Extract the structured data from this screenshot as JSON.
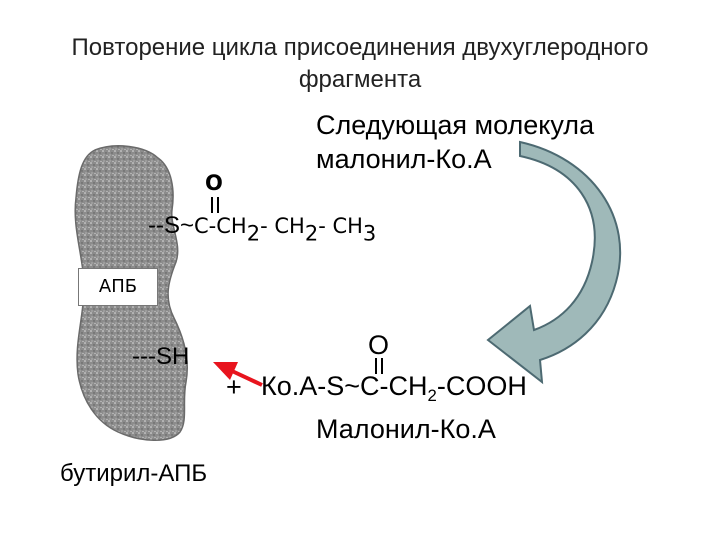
{
  "title": {
    "line1": "Повторение цикла присоединения двухуглеродного",
    "line2": "фрагмента"
  },
  "next_molecule": {
    "line1": "Следующая молекула",
    "line2": "малонил-Ко.А"
  },
  "bound_chain": {
    "oxygen": "O",
    "thioester": "--S~",
    "c1": "C-CH",
    "c2": "- CH",
    "c3": "- CH",
    "sub": "2",
    "sub3": "3"
  },
  "protein_label": "АПБ",
  "free_thiol": "---SH",
  "malonyl": {
    "oxygen": "O",
    "plus": "+",
    "formula_start": "Ко.А-S~C-CH",
    "formula_sub": "2",
    "formula_end": "-COOH",
    "name": "Малонил-Ко.А"
  },
  "product_label": "бутирил-АПБ",
  "colors": {
    "protein_fill": "#8a8a8a",
    "cycle_arrow_fill": "#9fb9b9",
    "cycle_arrow_stroke": "#4d6a72",
    "reaction_arrow": "#e8141e"
  }
}
